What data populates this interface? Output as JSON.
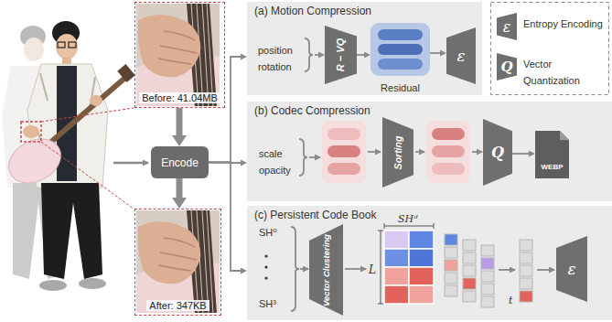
{
  "diagram": {
    "nodes": [
      {
        "text": [
          "Before: 41.04MB"
        ]
      },
      {
        "text": [
          "Encode"
        ]
      },
      {
        "text": [
          "After: 347KB"
        ]
      },
      {
        "text": [
          "(a) Motion Compression"
        ]
      },
      {
        "text": [
          "R − VQ"
        ],
        "in": 3
      },
      {
        "text": [
          "Residual"
        ],
        "in": 3
      },
      {
        "text": [
          "ε"
        ],
        "in": 3
      },
      {
        "text": [
          "(b) Codec Compression"
        ]
      },
      {
        "text": [
          "Sorting"
        ],
        "in": 7
      },
      {
        "text": [
          "Q"
        ],
        "in": 7
      },
      {
        "text": [
          "WEBP"
        ],
        "in": 7
      },
      {
        "text": [
          "(c) Persistent Code Book"
        ]
      },
      {
        "text": [
          "Vector Clustering"
        ],
        "in": 11
      },
      {
        "text": [
          "ε"
        ],
        "in": 11
      }
    ],
    "edges": [
      {
        "from": 0,
        "to": 1,
        "arrow": "to"
      },
      {
        "from": 1,
        "to": 2,
        "arrow": "to"
      },
      {
        "from": 1,
        "to": 3,
        "arrow": "to"
      },
      {
        "from": 1,
        "to": 7,
        "arrow": "to"
      },
      {
        "from": 1,
        "to": 11,
        "arrow": "to"
      },
      {
        "from": 4,
        "to": 5,
        "arrow": "to"
      },
      {
        "from": 5,
        "to": 6,
        "arrow": "to"
      },
      {
        "from": 9,
        "to": 10,
        "arrow": "to"
      }
    ],
    "labels": [
      "ε",
      "Q",
      "position",
      "rotation",
      "scale",
      "opacity",
      "SH⁰",
      "SH³",
      "SHᵈ",
      "L",
      "t"
    ],
    "legend": [
      {
        "text": "Entropy Encoding"
      },
      {
        "text": "Vector Quantization"
      }
    ]
  }
}
